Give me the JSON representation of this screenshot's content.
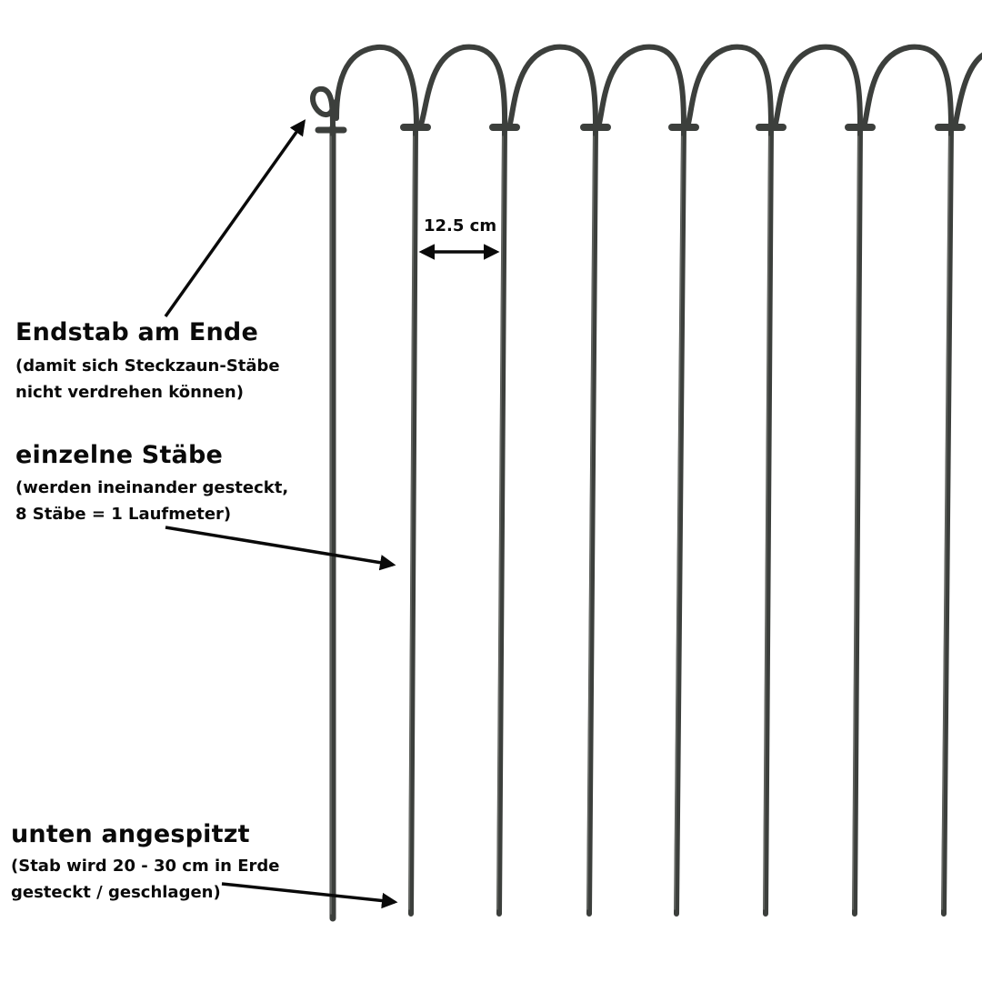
{
  "annotations": {
    "end_bar": {
      "title": "Endstab am Ende",
      "line1": "(damit sich Steckzaun-Stäbe",
      "line2": "nicht verdrehen können)"
    },
    "single_bars": {
      "title": "einzelne Stäbe",
      "line1": "(werden ineinander gesteckt,",
      "line2": "8 Stäbe = 1 Laufmeter)"
    },
    "pointed": {
      "title": "unten angespitzt",
      "line1": "(Stab wird 20 - 30 cm in Erde",
      "line2": "gesteckt / geschlagen)"
    },
    "spacing_label": "12.5 cm"
  },
  "colors": {
    "metal": "#3c3f3c",
    "metal_highlight": "#7a7d78",
    "text": "#0a0a0a",
    "background": "#ffffff"
  },
  "icons": [
    "arrow-icon",
    "double-arrow-icon",
    "fence-bar-icon"
  ]
}
